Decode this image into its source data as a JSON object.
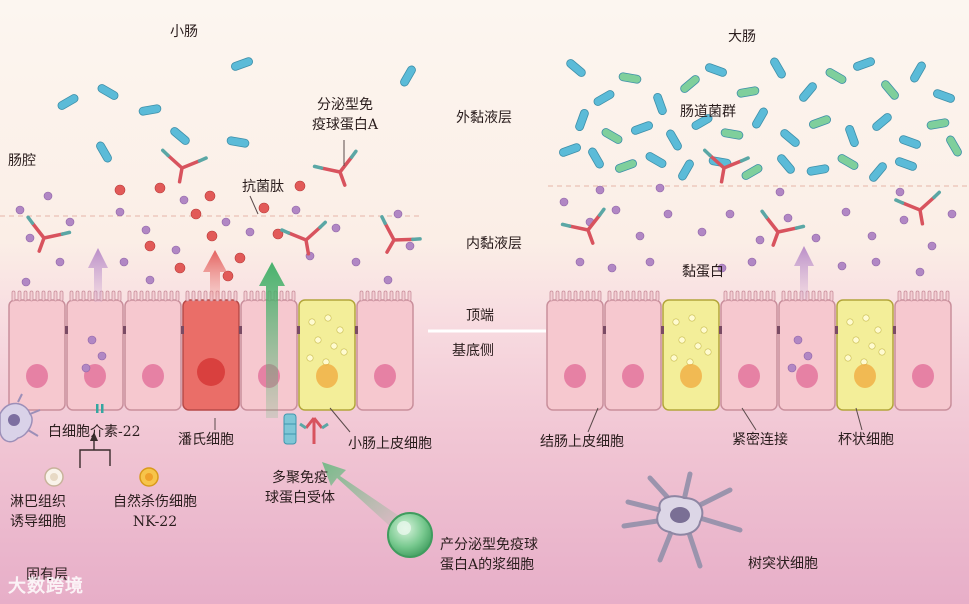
{
  "labels": {
    "small_intestine": "小肠",
    "large_intestine": "大肠",
    "lumen": "肠腔",
    "secretory_iga_1": "分泌型免",
    "secretory_iga_2": "疫球蛋白A",
    "outer_mucus": "外黏液层",
    "gut_flora": "肠道菌群",
    "antimicrobial_peptide": "抗菌肽",
    "inner_mucus": "内黏液层",
    "mucin": "黏蛋白",
    "apical": "顶端",
    "basolateral": "基底侧",
    "il22": "白细胞介素-22",
    "paneth_cell": "潘氏细胞",
    "small_epithelial": "小肠上皮细胞",
    "colon_epithelial": "结肠上皮细胞",
    "tight_junction": "紧密连接",
    "goblet_cell": "杯状细胞",
    "poly_ig_receptor_1": "多聚免疫",
    "poly_ig_receptor_2": "球蛋白受体",
    "lymphoid_1": "淋巴组织",
    "lymphoid_2": "诱导细胞",
    "nk22_1": "自然杀伤细胞",
    "nk22_2": "NK-22",
    "plasma_1": "产分泌型免疫球",
    "plasma_2": "蛋白A的浆细胞",
    "dendritic": "树突状细胞",
    "lamina_propria": "固有层"
  },
  "watermark": "大数跨境",
  "colors": {
    "background_top": "#fbf1e9",
    "background_bottom": "#e9b5cc",
    "bacteria_blue": "#5bbbd8",
    "bacteria_green": "#7fcf9c",
    "mucin_dot": "#b187c4",
    "peptide_dot": "#e25a58",
    "epithelial_cell": "#f6c8cf",
    "nucleus": "#e06a96",
    "goblet_cell": "#f3ee99",
    "goblet_nucleus": "#f0a83c",
    "paneth_cell": "#ea6e68",
    "antibody_red": "#d8535e",
    "antibody_teal": "#5aa7a5",
    "arrow_green": "#5bb878",
    "arrow_purple": "#b688c6"
  }
}
